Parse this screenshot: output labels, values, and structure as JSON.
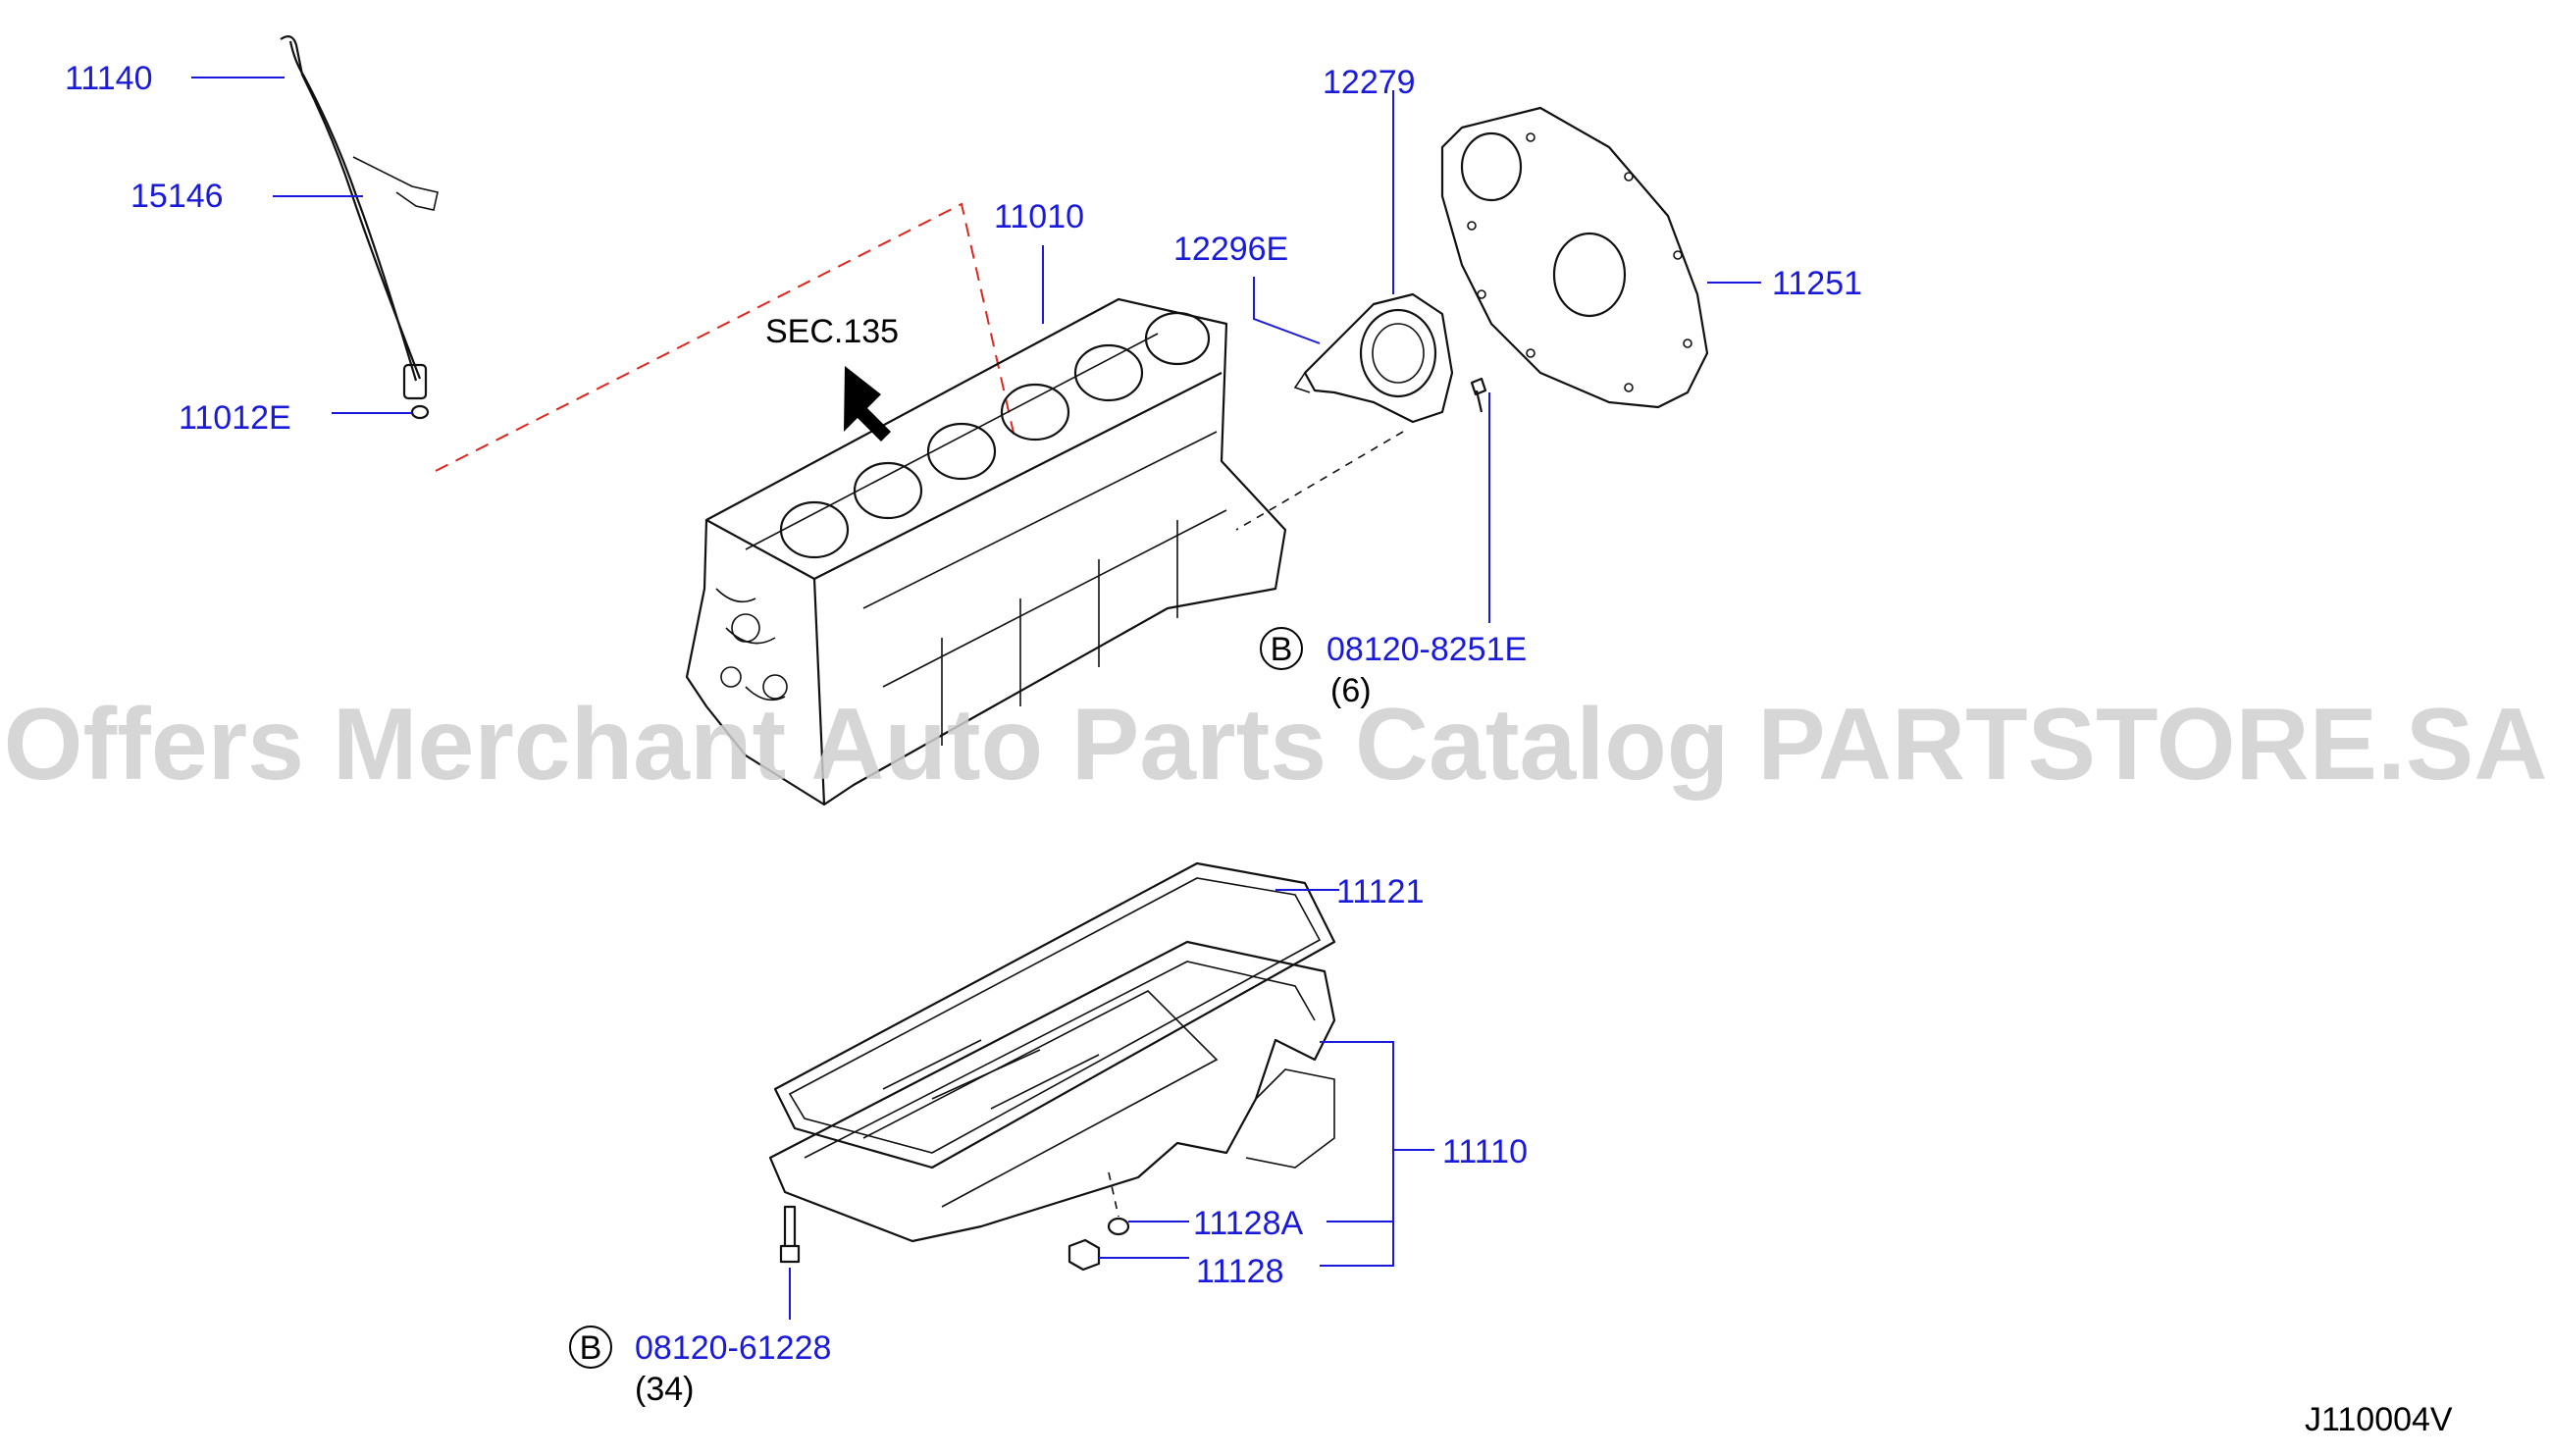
{
  "parts": {
    "p11140": "11140",
    "p15146": "15146",
    "p11012E": "11012E",
    "p11010": "11010",
    "p12279": "12279",
    "p12296E": "12296E",
    "p11251": "11251",
    "p08120_8251E": "08120-8251E",
    "qty_6": "(6)",
    "p11121": "11121",
    "p11110": "11110",
    "p11128A": "11128A",
    "p11128": "11128",
    "p08120_61228": "08120-61228",
    "qty_34": "(34)"
  },
  "section_ref": "SEC.135",
  "bolt_marker": "B",
  "diagram_code": "J110004V",
  "watermark": "Offers Merchant Auto Parts Catalog PARTSTORE.SA",
  "colors": {
    "callout": "#1a1adb",
    "section_outline": "#e0261c",
    "drawing": "#111111"
  }
}
